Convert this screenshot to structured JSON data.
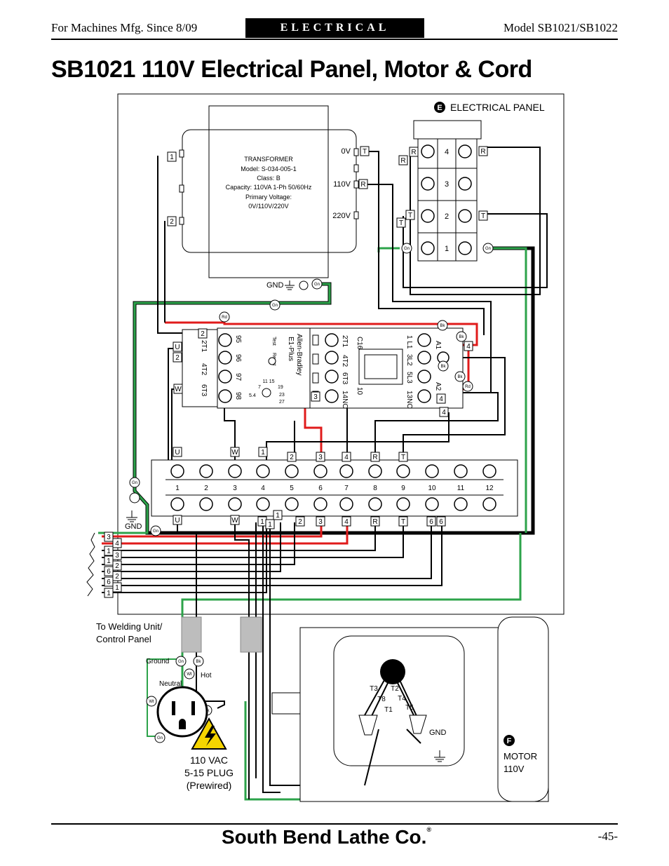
{
  "header": {
    "left": "For Machines Mfg. Since 8/09",
    "center": "ELECTRICAL",
    "right": "Model SB1021/SB1022"
  },
  "title": "SB1021 110V Electrical Panel, Motor & Cord",
  "footer": {
    "brand": "South Bend Lathe Co.",
    "page_number": "-45-"
  },
  "panel": {
    "callout": "E",
    "label": "ELECTRICAL PANEL"
  },
  "transformer": {
    "lines": [
      "TRANSFORMER",
      "Model: S-034-005-1",
      "Class: B",
      "Capacity: 110VA 1-Ph 50/60Hz",
      "Primary Voltage:",
      "0V/110V/220V"
    ],
    "taps": [
      "0V",
      "110V",
      "220V"
    ]
  },
  "terminal_block_small": [
    "4",
    "3",
    "2",
    "1"
  ],
  "contactor": {
    "brand": [
      "Allen-Bradley",
      "E1-Plus"
    ],
    "model": "C16",
    "left_terms": [
      "2T1",
      "4T2",
      "6T3"
    ],
    "relay_terms": [
      "95",
      "96",
      "97",
      "98"
    ],
    "relay_labels": [
      "Test",
      "Reset"
    ],
    "dial": [
      "11 15",
      "7",
      "19",
      "5.4",
      "23",
      "27"
    ],
    "mid_terms": [
      "2T1",
      "4T2",
      "6T3",
      "14NO",
      "10"
    ],
    "right_terms": [
      "1 L1",
      "3L2",
      "5L3",
      "13NO"
    ],
    "coil_terms": [
      "A1",
      "A2"
    ]
  },
  "terminal_strip": [
    "1",
    "2",
    "3",
    "4",
    "5",
    "6",
    "7",
    "8",
    "9",
    "10",
    "11",
    "12"
  ],
  "gnd_label": "GND",
  "wire_colors": {
    "Gn": "Gn",
    "Bk": "Bk",
    "Rd": "Rd",
    "Wt": "Wt"
  },
  "cord": {
    "to_label": [
      "To Welding Unit/",
      "Control Panel"
    ]
  },
  "plug": {
    "ground": "Ground",
    "hot": "Hot",
    "neutral": "Neutral",
    "label": [
      "110 VAC",
      "5-15 PLUG",
      "(Prewired)"
    ]
  },
  "motor": {
    "callout": "F",
    "label": [
      "MOTOR",
      "110V"
    ],
    "terms": [
      "T3",
      "T2",
      "T8",
      "T4",
      "T1",
      "T5"
    ],
    "gnd": "GND"
  },
  "colors": {
    "green": "#2ca34a",
    "red": "#e01b1b",
    "black": "#000000",
    "gray": "#bdbdbd"
  }
}
